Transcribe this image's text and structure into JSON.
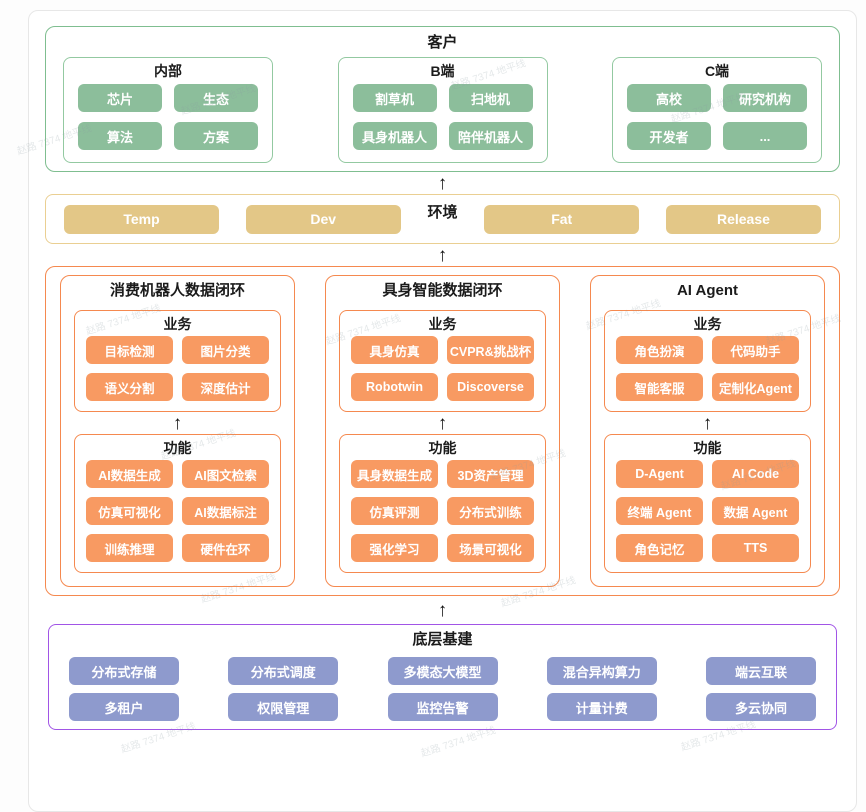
{
  "watermark_text": "赵路 7374 地平线",
  "customer": {
    "title": "客户",
    "groups": [
      {
        "title": "内部",
        "items": [
          "芯片",
          "生态",
          "算法",
          "方案"
        ]
      },
      {
        "title": "B端",
        "items": [
          "割草机",
          "扫地机",
          "具身机器人",
          "陪伴机器人"
        ]
      },
      {
        "title": "C端",
        "items": [
          "高校",
          "研究机构",
          "开发者",
          "..."
        ]
      }
    ]
  },
  "environment": {
    "title": "环境",
    "items": [
      "Temp",
      "Dev",
      "Fat",
      "Release"
    ]
  },
  "platform": {
    "columns": [
      {
        "title": "消费机器人数据闭环",
        "business": {
          "title": "业务",
          "items": [
            "目标检测",
            "图片分类",
            "语义分割",
            "深度估计"
          ]
        },
        "function": {
          "title": "功能",
          "items": [
            "AI数据生成",
            "AI图文检索",
            "仿真可视化",
            "AI数据标注",
            "训练推理",
            "硬件在环"
          ]
        }
      },
      {
        "title": "具身智能数据闭环",
        "business": {
          "title": "业务",
          "items": [
            "具身仿真",
            "CVPR&挑战杯",
            "Robotwin",
            "Discoverse"
          ]
        },
        "function": {
          "title": "功能",
          "items": [
            "具身数据生成",
            "3D资产管理",
            "仿真评测",
            "分布式训练",
            "强化学习",
            "场景可视化"
          ]
        }
      },
      {
        "title": "AI Agent",
        "business": {
          "title": "业务",
          "items": [
            "角色扮演",
            "代码助手",
            "智能客服",
            "定制化Agent"
          ]
        },
        "function": {
          "title": "功能",
          "items": [
            "D-Agent",
            "AI Code",
            "终端 Agent",
            "数据 Agent",
            "角色记忆",
            "TTS"
          ]
        }
      }
    ]
  },
  "infrastructure": {
    "title": "底层基建",
    "row1": [
      "分布式存储",
      "分布式调度",
      "多模态大模型",
      "混合异构算力",
      "端云互联"
    ],
    "row2": [
      "多租户",
      "权限管理",
      "监控告警",
      "计量计费",
      "多云协同"
    ]
  },
  "arrow_glyph": "↑",
  "colors": {
    "green_button": "#8cbe9b",
    "green_border": "#7fbe90",
    "green_border_light": "#93c9a1",
    "tan_button": "#e3c787",
    "tan_border": "#eacf92",
    "orange_button": "#f89a62",
    "orange_border": "#f5894f",
    "purple_button": "#8e9acd",
    "purple_border": "#a155e6"
  }
}
